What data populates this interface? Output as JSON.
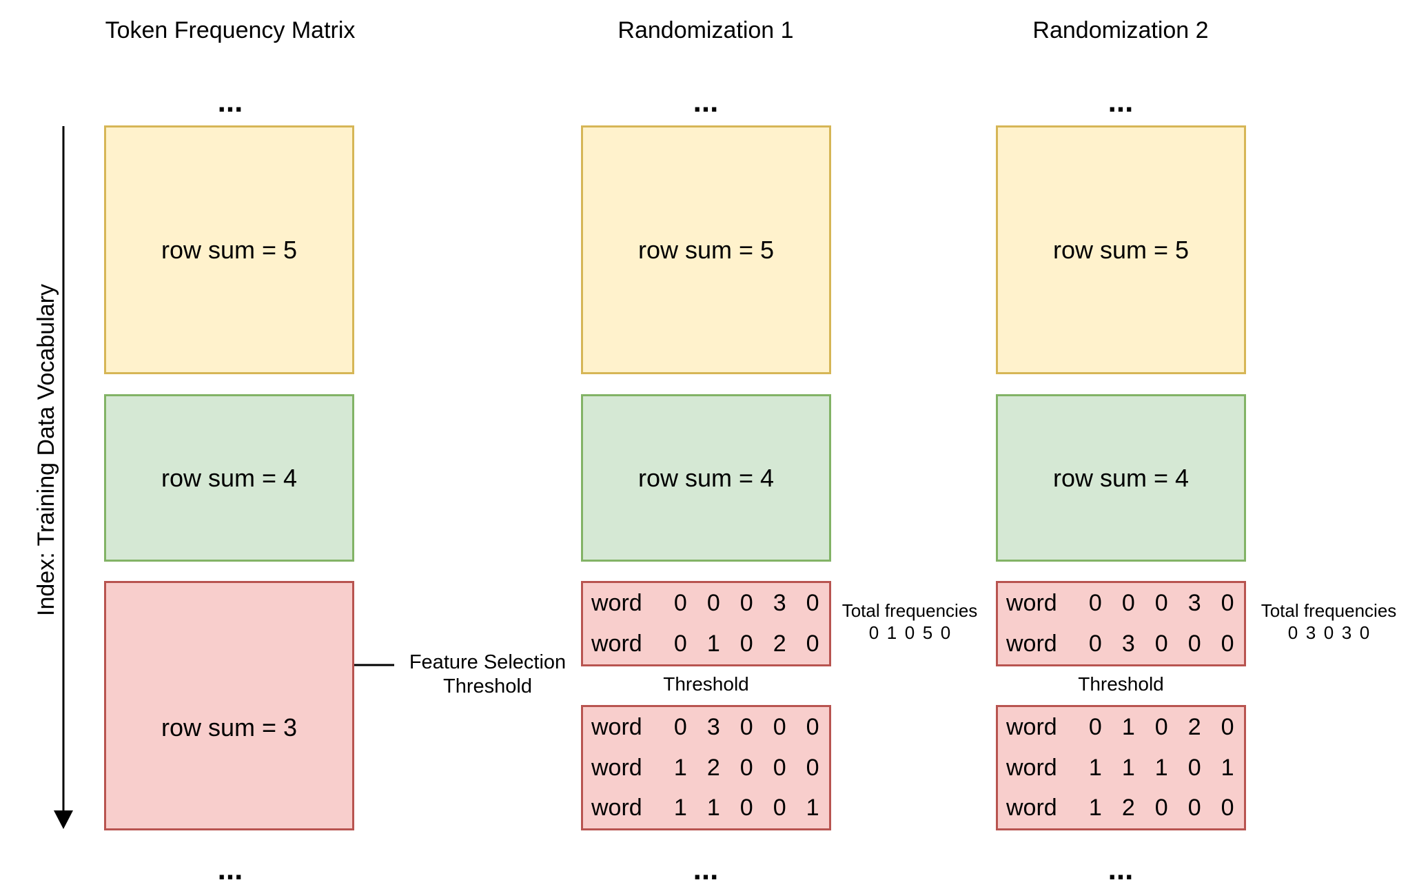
{
  "columns": [
    {
      "title": "Token Frequency Matrix",
      "blocks": [
        "row sum = 5",
        "row sum = 4",
        "row sum = 3"
      ]
    },
    {
      "title": "Randomization 1",
      "blocks": [
        "row sum = 5",
        "row sum = 4"
      ],
      "above_rows": [
        {
          "word": "word",
          "values": [
            0,
            0,
            0,
            3,
            0
          ]
        },
        {
          "word": "word",
          "values": [
            0,
            1,
            0,
            2,
            0
          ]
        }
      ],
      "threshold_label": "Threshold",
      "below_rows": [
        {
          "word": "word",
          "values": [
            0,
            3,
            0,
            0,
            0
          ]
        },
        {
          "word": "word",
          "values": [
            1,
            2,
            0,
            0,
            0
          ]
        },
        {
          "word": "word",
          "values": [
            1,
            1,
            0,
            0,
            1
          ]
        }
      ],
      "totals_label": "Total frequencies",
      "totals": [
        0,
        1,
        0,
        5,
        0
      ]
    },
    {
      "title": "Randomization 2",
      "blocks": [
        "row sum = 5",
        "row sum = 4"
      ],
      "above_rows": [
        {
          "word": "word",
          "values": [
            0,
            0,
            0,
            3,
            0
          ]
        },
        {
          "word": "word",
          "values": [
            0,
            3,
            0,
            0,
            0
          ]
        }
      ],
      "threshold_label": "Threshold",
      "below_rows": [
        {
          "word": "word",
          "values": [
            0,
            1,
            0,
            2,
            0
          ]
        },
        {
          "word": "word",
          "values": [
            1,
            1,
            1,
            0,
            1
          ]
        },
        {
          "word": "word",
          "values": [
            1,
            2,
            0,
            0,
            0
          ]
        }
      ],
      "totals_label": "Total frequencies",
      "totals": [
        0,
        3,
        0,
        3,
        0
      ]
    }
  ],
  "ellipsis": "...",
  "axis_label": "Index: Training Data Vocabulary",
  "feature_selection_label": [
    "Feature Selection",
    "Threshold"
  ],
  "colors": {
    "yellow_fill": "#fff2cc",
    "yellow_border": "#d6b656",
    "green_fill": "#d5e8d4",
    "green_border": "#82b366",
    "red_fill": "#f8cecc",
    "red_border": "#b85450"
  }
}
